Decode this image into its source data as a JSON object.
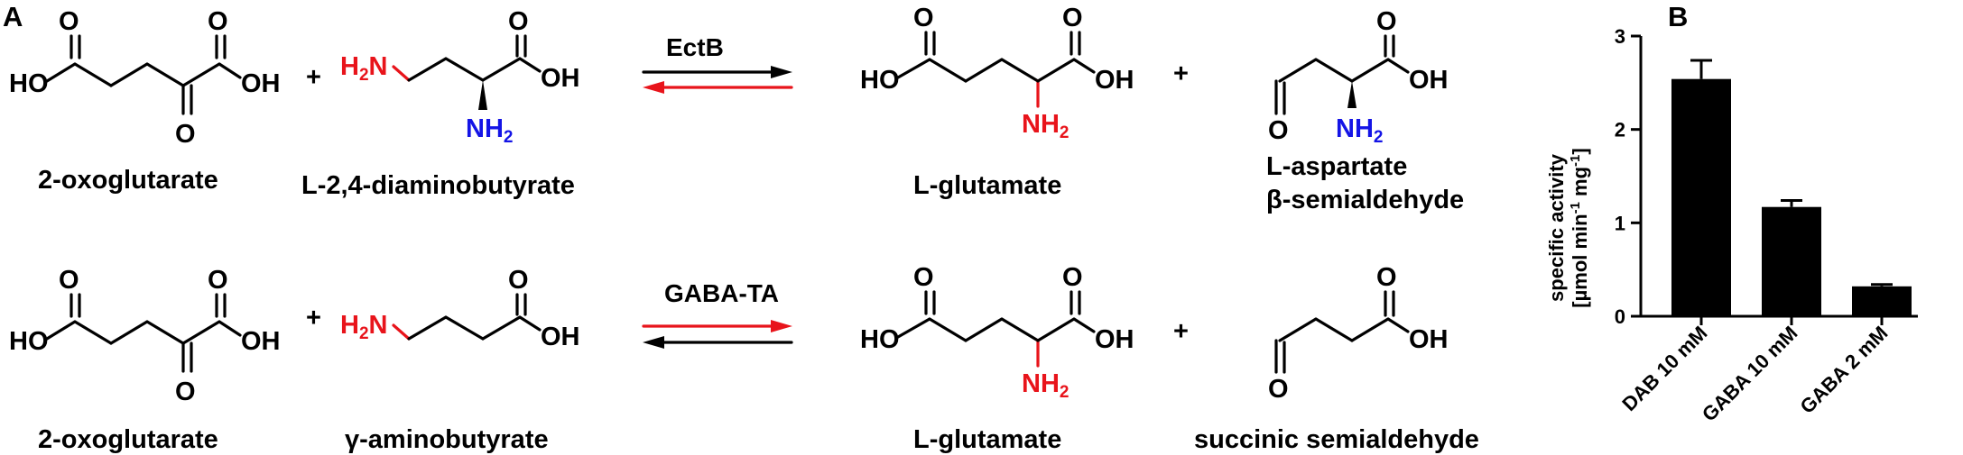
{
  "panel_a_label": "A",
  "panel_b_label": "B",
  "atoms": {
    "O": "O",
    "HO": "HO",
    "OH": "OH",
    "H2N_main": "H",
    "H2N_sub": "2",
    "H2N_tail": "N",
    "NH2_main": "NH",
    "NH2_sub": "2",
    "plus": "+"
  },
  "reaction_1": {
    "enzyme": "EctB",
    "substrate_1": "2-oxoglutarate",
    "substrate_2": "L-2,4-diaminobutyrate",
    "product_1": "L-glutamate",
    "product_2_line1": "L-aspartate",
    "product_2_line2": "β-semialdehyde"
  },
  "reaction_2": {
    "enzyme": "GABA-TA",
    "substrate_1": "2-oxoglutarate",
    "substrate_2": "γ-aminobutyrate",
    "product_1": "L-glutamate",
    "product_2": "succinic semialdehyde"
  },
  "colors": {
    "amine_donor": "#e8141b",
    "alpha_amine": "#1414e6",
    "bars": "#000000"
  },
  "chart_data": {
    "type": "bar",
    "categories": [
      "DAB 10 mM",
      "GABA 10 mM",
      "GABA 2 mM"
    ],
    "values": [
      2.54,
      1.17,
      0.32
    ],
    "errors": [
      0.2,
      0.07,
      0.02
    ],
    "ylabel_line1": "specific activity",
    "ylabel_line2_pre": "[µmol min",
    "ylabel_line2_exp1": "-1",
    "ylabel_line2_mid": " mg",
    "ylabel_line2_exp2": "-1",
    "ylabel_line2_post": "]",
    "ylim": [
      0,
      3
    ],
    "yticks": [
      0,
      1,
      2,
      3
    ],
    "grid": false,
    "legend": "none"
  }
}
